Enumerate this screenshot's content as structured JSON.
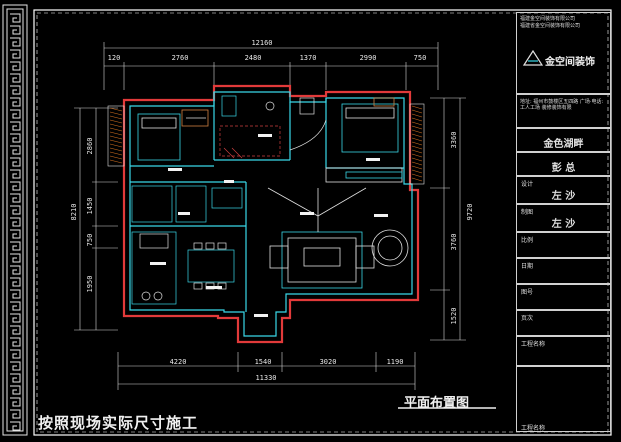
{
  "title_block": {
    "company_line1": "福建金空间装饰有限公司",
    "company_line2": "福建省金空间装饰有限公司",
    "logo_text": "金空间装饰",
    "address_text": "地址: 福州市鼓楼区五四路 广场·电话: 工人工场 装修装饰有限",
    "project_label": "金色湖畔",
    "designer_label": "彭 总",
    "drawn_label": "设计",
    "drawn_value": "左 沙",
    "check_label": "制图",
    "check_value": "左 沙",
    "date_label": "比例",
    "date2_label": "日期",
    "page_label": "图号",
    "scale_label": "页次",
    "sheet_label": "工程名称",
    "footer_label": "工程名称"
  },
  "dimensions": {
    "top_total": "12160",
    "top_segments": [
      "120",
      "2760",
      "2480",
      "1370",
      "2990",
      "750"
    ],
    "bottom_segments": [
      "4220",
      "1540",
      "3020",
      "1190"
    ],
    "bottom_total": "11330",
    "left_segments": [
      "2860",
      "1450",
      "750",
      "1950"
    ],
    "left_total": "8210",
    "right_segments": [
      "3360",
      "3760",
      "1520"
    ],
    "right_total": "9720"
  },
  "plan_title": "平面布置图",
  "bottom_note": "按照现场实际尺寸施工"
}
